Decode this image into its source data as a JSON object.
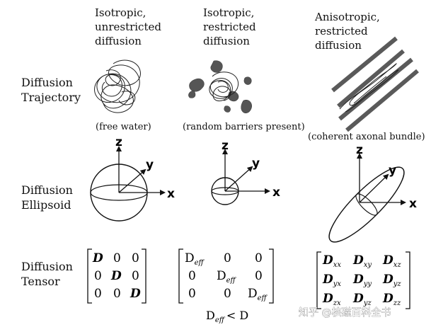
{
  "columns": [
    {
      "line1": "Isotropic,",
      "line2": "unrestricted",
      "line3": "diffusion"
    },
    {
      "line1": "Isotropic,",
      "line2": "restricted",
      "line3": "diffusion"
    },
    {
      "line1": "Anisotropic,",
      "line2": "restricted",
      "line3": "diffusion"
    }
  ],
  "rows": [
    {
      "line1": "Diffusion",
      "line2": "Trajectory"
    },
    {
      "line1": "Diffusion",
      "line2": "Ellipsoid"
    },
    {
      "line1": "Diffusion",
      "line2": "Tensor"
    }
  ],
  "captions": [
    "(free water)",
    "(random barriers present)",
    "(coherent axonal bundle)"
  ],
  "axes": {
    "x": "x",
    "y": "y",
    "z": "z"
  },
  "tensors": {
    "t1": {
      "diag": "D",
      "zero": "0"
    },
    "t2": {
      "diag": "D",
      "sub": "eff",
      "zero": "0"
    },
    "t3": {
      "letter": "D",
      "subs": [
        "xx",
        "xy",
        "xz",
        "yx",
        "yy",
        "yz",
        "zx",
        "yz",
        "zz"
      ]
    }
  },
  "relation": {
    "lhs": "D",
    "sub": "eff",
    "rhs": "< D"
  },
  "watermark": "知乎 @核磁百科全书"
}
